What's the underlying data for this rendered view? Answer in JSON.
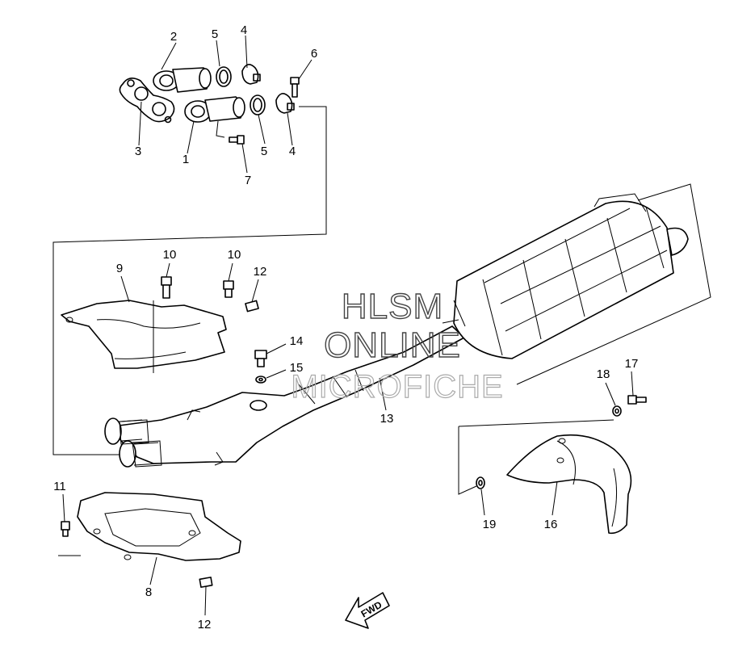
{
  "watermark": {
    "line1": "HLSM",
    "line2": "ONLINE",
    "line3": "MICROFICHE"
  },
  "direction_arrow": {
    "label": "FWD",
    "icon": "fwd-arrow-icon"
  },
  "callouts": [
    {
      "id": "c1",
      "number": "1"
    },
    {
      "id": "c2",
      "number": "2"
    },
    {
      "id": "c3",
      "number": "3"
    },
    {
      "id": "c4a",
      "number": "4"
    },
    {
      "id": "c4b",
      "number": "4"
    },
    {
      "id": "c5a",
      "number": "5"
    },
    {
      "id": "c5b",
      "number": "5"
    },
    {
      "id": "c6",
      "number": "6"
    },
    {
      "id": "c7",
      "number": "7"
    },
    {
      "id": "c8",
      "number": "8"
    },
    {
      "id": "c9",
      "number": "9"
    },
    {
      "id": "c10a",
      "number": "10"
    },
    {
      "id": "c10b",
      "number": "10"
    },
    {
      "id": "c11",
      "number": "11"
    },
    {
      "id": "c12a",
      "number": "12"
    },
    {
      "id": "c12b",
      "number": "12"
    },
    {
      "id": "c13",
      "number": "13"
    },
    {
      "id": "c14",
      "number": "14"
    },
    {
      "id": "c15",
      "number": "15"
    },
    {
      "id": "c16",
      "number": "16"
    },
    {
      "id": "c17",
      "number": "17"
    },
    {
      "id": "c18",
      "number": "18"
    },
    {
      "id": "c19",
      "number": "19"
    }
  ]
}
